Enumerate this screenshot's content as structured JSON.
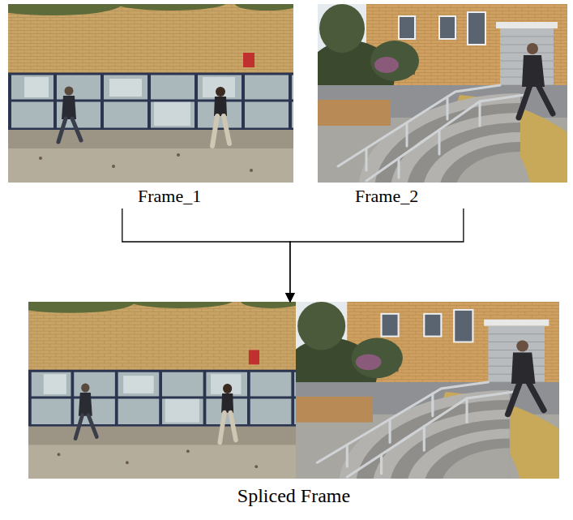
{
  "diagram": {
    "nodes": [
      {
        "text": [
          "Frame_1"
        ]
      },
      {
        "text": [
          "Frame_2"
        ]
      },
      {
        "text": [
          "Spliced Frame"
        ]
      }
    ],
    "edges": [
      {
        "from": 0,
        "to": 2,
        "arrow": "to"
      },
      {
        "from": 1,
        "to": 2,
        "arrow": "to"
      }
    ]
  }
}
